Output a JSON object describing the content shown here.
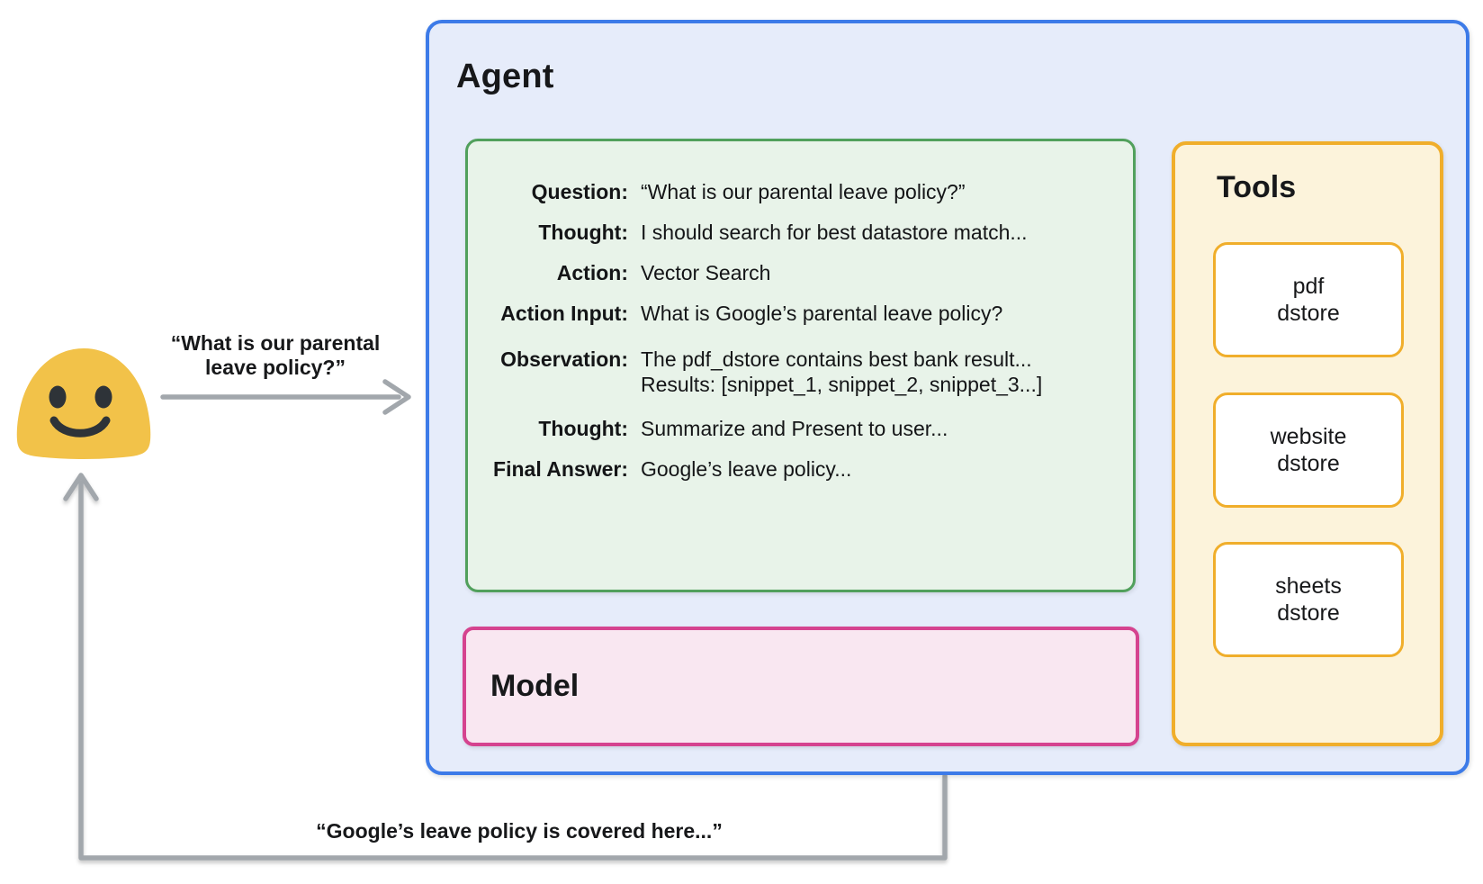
{
  "agent": {
    "title": "Agent",
    "trace": {
      "rows": [
        {
          "label": "Question:",
          "value": "“What is our parental leave policy?”"
        },
        {
          "label": "Thought:",
          "value": "I should search for best datastore match..."
        },
        {
          "label": "Action:",
          "value": "Vector Search"
        },
        {
          "label": "Action Input:",
          "value": "What is Google’s parental leave policy?"
        },
        {
          "label": "Observation:",
          "value": "The pdf_dstore contains best bank result...",
          "value2": "Results: [snippet_1, snippet_2, snippet_3...]"
        },
        {
          "label": "Thought:",
          "value": "Summarize and Present to user..."
        },
        {
          "label": "Final Answer:",
          "value": "Google’s leave policy..."
        }
      ]
    },
    "model": {
      "title": "Model"
    },
    "tools": {
      "title": "Tools",
      "items": [
        {
          "line1": "pdf",
          "line2": "dstore"
        },
        {
          "line1": "website",
          "line2": "dstore"
        },
        {
          "line1": "sheets",
          "line2": "dstore"
        }
      ]
    }
  },
  "user": {
    "emoji": "blob-smiley-face",
    "request_line1": "“What is our parental",
    "request_line2": "leave policy?”",
    "response_label": "“Google’s leave policy is covered here...”"
  },
  "colors": {
    "agent_border": "#3D7BE8",
    "agent_fill": "#E6ECFA",
    "trace_border": "#51A05C",
    "trace_fill": "#E8F3E9",
    "tools_border": "#F0AE2B",
    "tools_fill": "#FCF3DB",
    "tool_item_fill": "#FFFFFF",
    "model_border": "#D5438F",
    "model_fill": "#F9E7F1",
    "arrow_gray": "#A2A7AC",
    "dotted_gray": "#84888C",
    "emoji_yellow": "#F2C249",
    "emoji_features": "#2E3338",
    "text": "#17181a"
  }
}
